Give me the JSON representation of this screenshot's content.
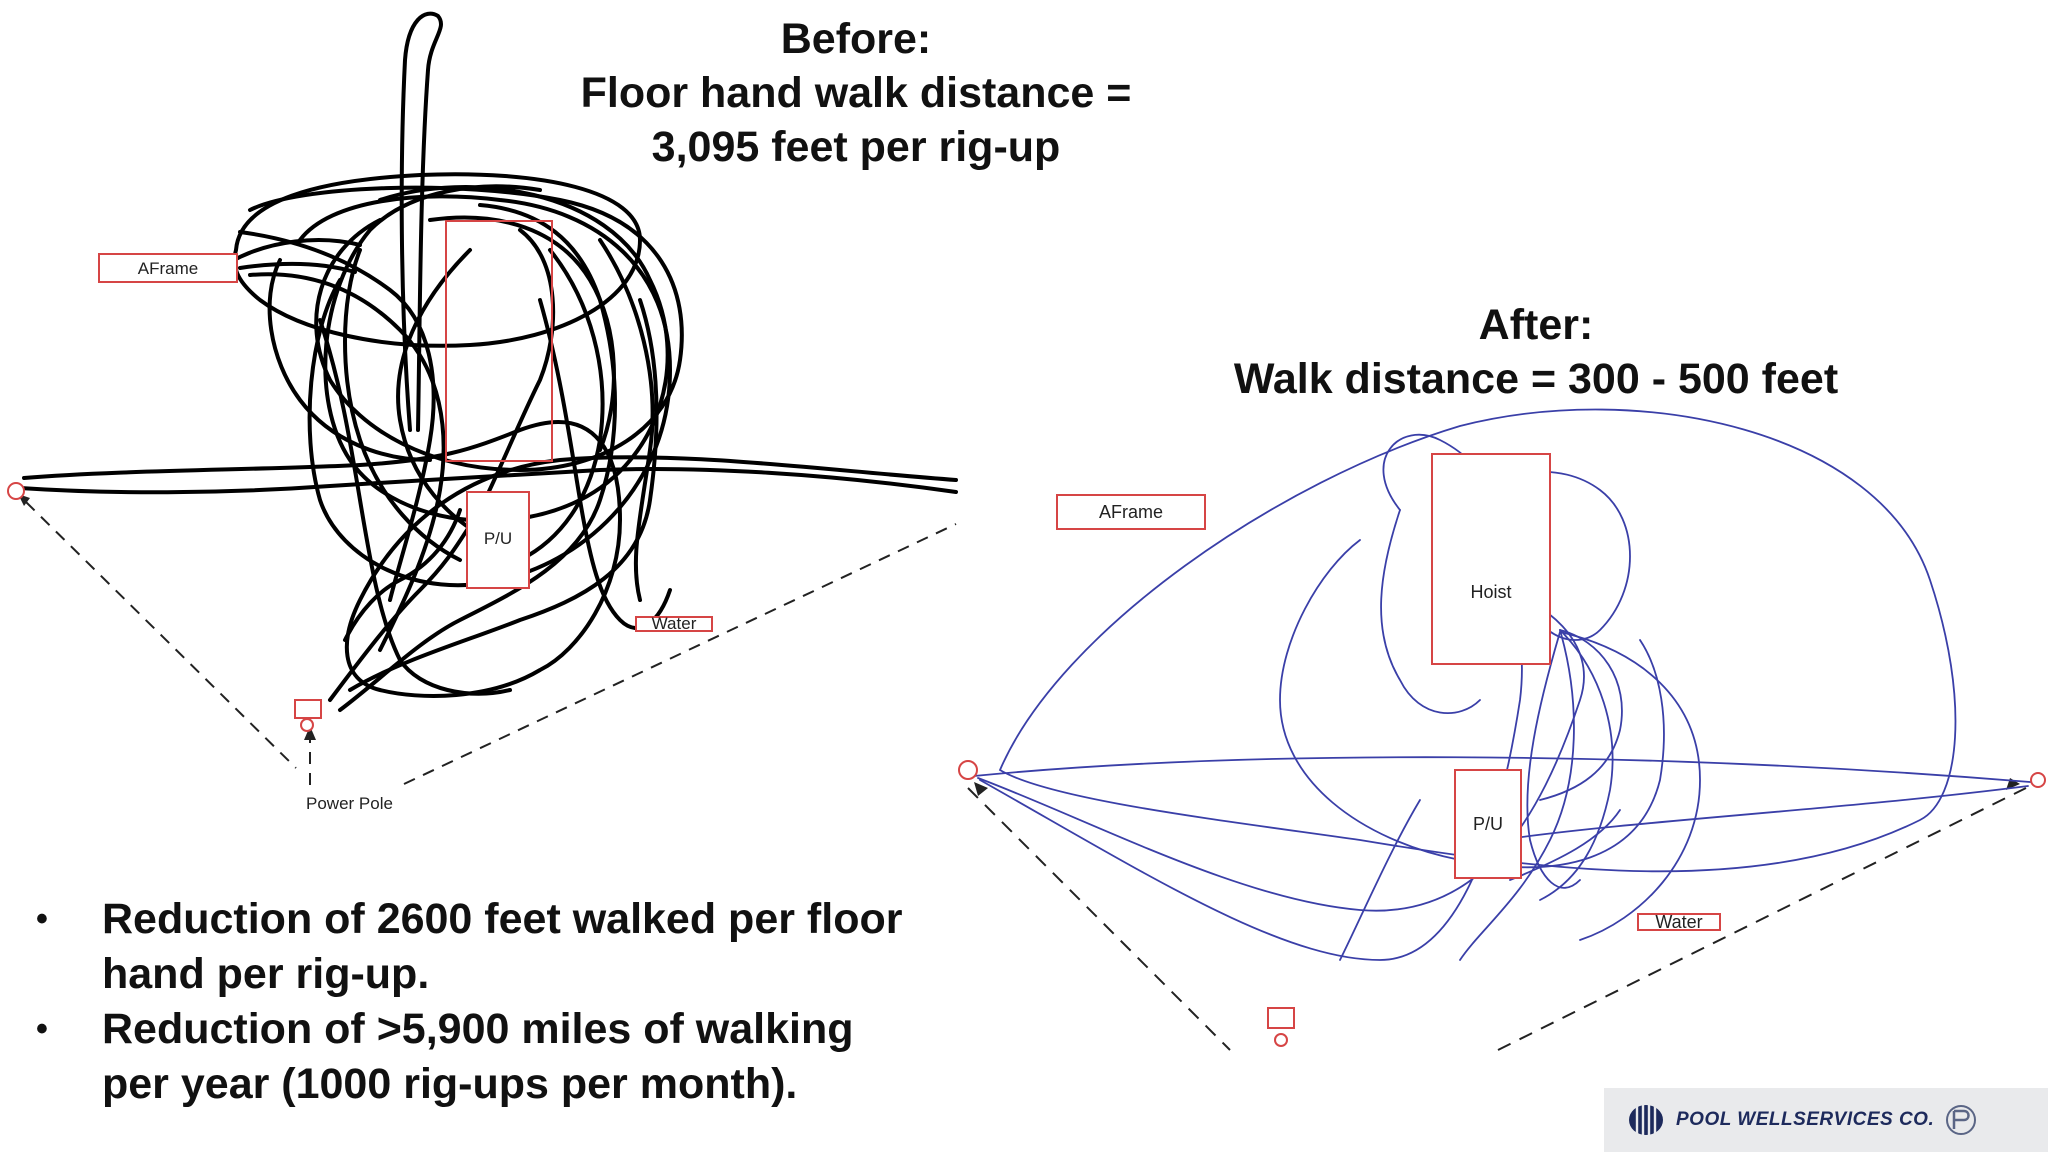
{
  "before": {
    "heading_line1": "Before:",
    "heading_line2": "Floor hand walk distance =",
    "heading_line3": "3,095 feet per rig-up",
    "labels": {
      "aframe": "AFrame",
      "pu": "P/U",
      "water": "Water",
      "power_pole": "Power Pole"
    }
  },
  "after": {
    "heading_line1": "After:",
    "heading_line2": "Walk distance = 300 - 500 feet",
    "labels": {
      "aframe": "AFrame",
      "hoist": "Hoist",
      "pu": "P/U",
      "water": "Water"
    }
  },
  "bullets": [
    {
      "line1": "Reduction of 2600 feet walked per floor",
      "line2": "hand per rig-up."
    },
    {
      "line1": "Reduction of  >5,900 miles of walking",
      "line2": "per year (1000 rig-ups per month)."
    }
  ],
  "bullet_symbol": "•",
  "logo": {
    "name": "POOL WELLSERVICES CO."
  },
  "colors": {
    "box_outline": "#d64545",
    "before_path": "#000000",
    "after_path": "#3a3fa8",
    "text": "#111111"
  }
}
